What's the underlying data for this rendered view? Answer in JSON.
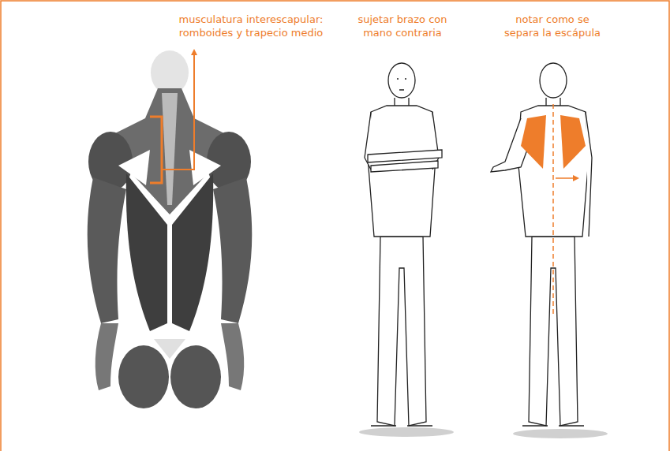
{
  "diagram": {
    "labels": [
      "musculatura interescapular: romboides y trapecio medio",
      "sujetar brazo con mano contraria",
      "notar como se separa la escápula"
    ]
  }
}
